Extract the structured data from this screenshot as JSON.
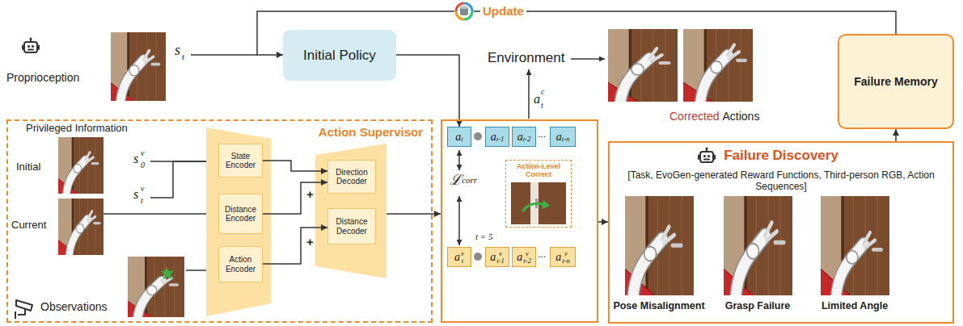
{
  "diagram": {
    "nodes": [
      {
        "text": [
          "Initial Policy"
        ]
      },
      {
        "text": [
          "Failure Memory"
        ]
      },
      {
        "text": [
          "Action Supervisor"
        ]
      },
      {
        "text": [
          "State Encoder"
        ],
        "in": 2
      },
      {
        "text": [
          "Distance Encoder"
        ],
        "in": 2
      },
      {
        "text": [
          "Action Encoder"
        ],
        "in": 2
      },
      {
        "text": [
          "Direction Decoder"
        ],
        "in": 2
      },
      {
        "text": [
          "Distance Decoder"
        ],
        "in": 2
      },
      {
        "text": [
          "ℒ",
          "corr"
        ]
      },
      {
        "text": [
          "a",
          "t"
        ],
        "in": 8
      },
      {
        "text": [
          "a",
          "t-1"
        ],
        "in": 8
      },
      {
        "text": [
          "a",
          "t-2"
        ],
        "in": 8
      },
      {
        "text": [
          "a",
          "t-n"
        ],
        "in": 8
      },
      {
        "text": [
          "Action-Level Correct"
        ],
        "in": 8
      },
      {
        "text": [
          "a",
          "t",
          "v"
        ],
        "in": 8
      },
      {
        "text": [
          "a",
          "t-1",
          "v"
        ],
        "in": 8
      },
      {
        "text": [
          "a",
          "t-2",
          "v"
        ],
        "in": 8
      },
      {
        "text": [
          "a",
          "t-n",
          "v"
        ],
        "in": 8
      },
      {
        "text": [
          "Failure Discovery",
          "[Task, EvoGen-generated Reward Functions, Third-person RGB, Action Sequences]"
        ]
      }
    ],
    "edges": [
      {
        "from": 1,
        "to": 0,
        "label": "Update",
        "arrow": "to"
      },
      {
        "from": 0,
        "to": 9,
        "arrow": "to"
      },
      {
        "from": 2,
        "to": 8,
        "arrow": "to"
      },
      {
        "from": 3,
        "to": 6,
        "arrow": "to"
      },
      {
        "from": 4,
        "to": 6,
        "arrow": "to"
      },
      {
        "from": 5,
        "to": 7,
        "arrow": "to"
      },
      {
        "from": 8,
        "to": 18,
        "arrow": "to"
      },
      {
        "from": 18,
        "to": 1,
        "arrow": "to"
      }
    ],
    "labels": [
      "Proprioception",
      "s",
      "t",
      "Environment",
      "a",
      "t",
      "c",
      "Corrected",
      "Actions",
      "Privileged Information",
      "Initial",
      "Current",
      "Observations",
      "s",
      "0",
      "v",
      "s",
      "t",
      "v",
      "+",
      "+",
      "...",
      "...",
      "t = 5",
      "Pose Misalignment",
      "Grasp Failure",
      "Limited Angle"
    ]
  }
}
